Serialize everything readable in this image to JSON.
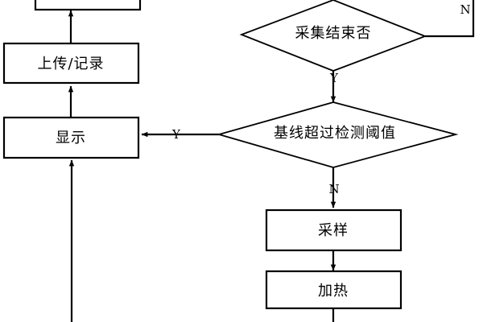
{
  "diagram": {
    "type": "flowchart",
    "orientation": "vertical",
    "background_color": "#ffffff",
    "line_color": "#000000",
    "text_color": "#000000",
    "nodes": [
      {
        "id": "node-top-clipped",
        "shape": "rectangle",
        "label": "",
        "note": "partially visible rectangle clipped by top edge of image"
      },
      {
        "id": "node-upload-record",
        "shape": "rectangle",
        "label": "上传/记录"
      },
      {
        "id": "node-display",
        "shape": "rectangle",
        "label": "显示"
      },
      {
        "id": "node-collection-finished",
        "shape": "diamond",
        "label": "采集结束否"
      },
      {
        "id": "node-baseline-threshold",
        "shape": "diamond",
        "label": "基线超过检测阈值"
      },
      {
        "id": "node-sampling",
        "shape": "rectangle",
        "label": "采样"
      },
      {
        "id": "node-heating",
        "shape": "rectangle",
        "label": "加热"
      }
    ],
    "edge_labels": {
      "collection_finished_no": "N",
      "collection_finished_yes": "Y",
      "baseline_yes": "Y",
      "baseline_no": "N"
    },
    "edges": [
      {
        "from": "node-upload-record",
        "to": "node-top-clipped",
        "label": ""
      },
      {
        "from": "node-display",
        "to": "node-upload-record",
        "label": ""
      },
      {
        "from": "node-collection-finished",
        "to": "node-baseline-threshold",
        "label": "Y"
      },
      {
        "from": "node-collection-finished",
        "to": "offpage-right",
        "label": "N"
      },
      {
        "from": "node-baseline-threshold",
        "to": "node-display",
        "label": "Y"
      },
      {
        "from": "node-baseline-threshold",
        "to": "node-sampling",
        "label": "N"
      },
      {
        "from": "node-sampling",
        "to": "node-heating",
        "label": ""
      },
      {
        "from": "node-heating",
        "to": "offpage-bottom",
        "label": ""
      },
      {
        "from": "offpage-bottom-left",
        "to": "node-display",
        "label": ""
      }
    ]
  }
}
